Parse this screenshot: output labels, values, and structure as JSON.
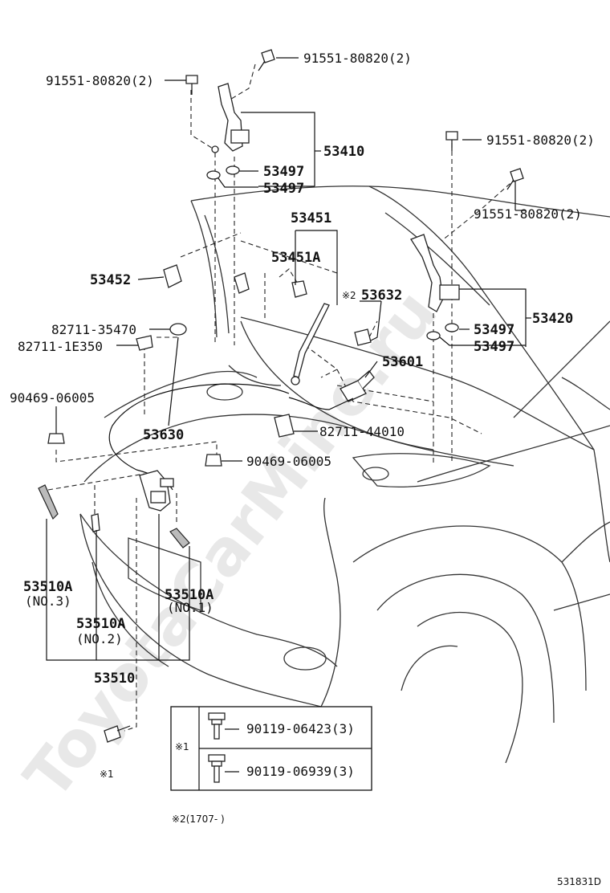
{
  "watermark": "ToyotaCarMine.ru",
  "labels": {
    "bolt_hinge_l": "91551-80820(2)",
    "bolt_hinge_l_top": "91551-80820(2)",
    "hinge_l": "53410",
    "washer_l_a": "53497",
    "washer_l_b": "53497",
    "bolt_hinge_r_a": "91551-80820(2)",
    "bolt_hinge_r_b": "91551-80820(2)",
    "hinge_r": "53420",
    "washer_r_a": "53497",
    "washer_r_b": "53497",
    "support_rod": "53451",
    "support_rod_a": "53451A",
    "rod_holder": "53452",
    "switch_note": "※2",
    "switch": "53632",
    "cable_front": "53601",
    "clamp_a": "82711-35470",
    "clamp_b": "82711-1E350",
    "clip": "90469-06005",
    "release_cable": "53630",
    "clamp_c": "82711-44010",
    "clip_b": "90469-06005",
    "lock_no3": "53510A",
    "lock_no3_note": "(NO.3)",
    "lock_no2": "53510A",
    "lock_no2_note": "(NO.2)",
    "lock_no1": "53510A",
    "lock_no1_note": "(NO.1)",
    "lock_assy": "53510",
    "bolt_note": "※1",
    "legend_mark": "※1",
    "legend_bolt_a": "90119-06423(3)",
    "legend_bolt_b": "90119-06939(3)",
    "footnote": "※2(1707-     )",
    "diagram_code": "531831D"
  }
}
